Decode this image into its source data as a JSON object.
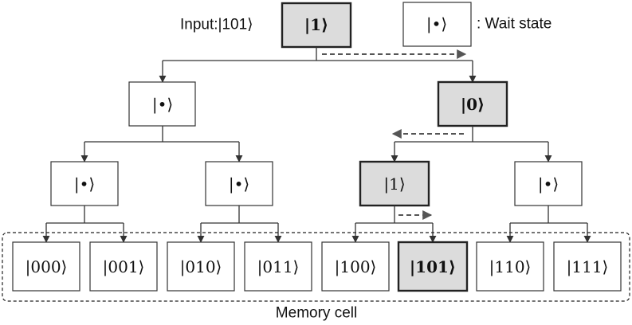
{
  "input_label": "Input:|101⟩",
  "legend": {
    "symbol": "|•⟩",
    "text": ": Wait state"
  },
  "nodes": {
    "root": "|1⟩",
    "l1_left": "|•⟩",
    "l1_right": "|0⟩",
    "l2_a": "|•⟩",
    "l2_b": "|•⟩",
    "l2_c": "|1⟩",
    "l2_d": "|•⟩"
  },
  "memory_cells": [
    "|000⟩",
    "|001⟩",
    "|010⟩",
    "|011⟩",
    "|100⟩",
    "|101⟩",
    "|110⟩",
    "|111⟩"
  ],
  "active_memory_index": 5,
  "memory_label": "Memory cell",
  "colors": {
    "active_fill": "#dcdcdc",
    "plain_fill": "#ffffff",
    "dashed_arrow": "#555555"
  }
}
